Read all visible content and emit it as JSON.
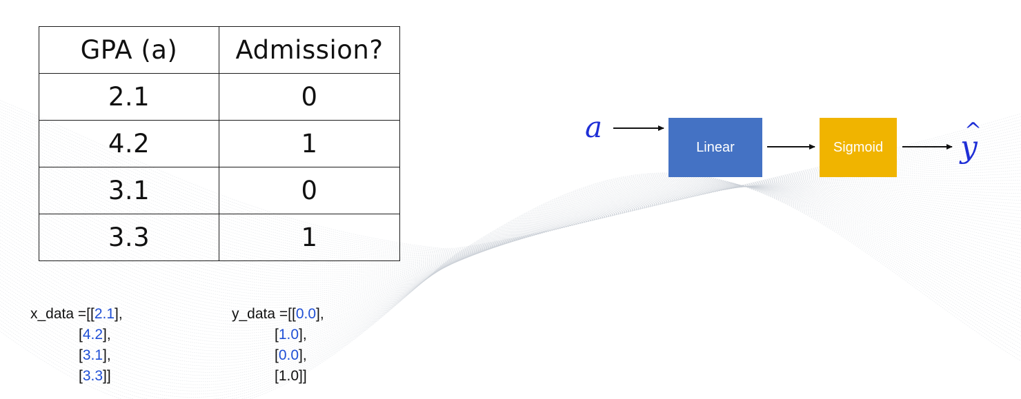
{
  "table": {
    "headers": [
      "GPA  (a)",
      "Admission?"
    ],
    "rows": [
      [
        "2.1",
        "0"
      ],
      [
        "4.2",
        "1"
      ],
      [
        "3.1",
        "0"
      ],
      [
        "3.3",
        "1"
      ]
    ]
  },
  "x_data": {
    "lines": [
      {
        "prefix": "x_data =[[",
        "num": "2.1",
        "suffix": "],"
      },
      {
        "prefix": "[",
        "num": "4.2",
        "suffix": "],"
      },
      {
        "prefix": "[",
        "num": "3.1",
        "suffix": "],"
      },
      {
        "prefix": "[",
        "num": "3.3",
        "suffix": "]]"
      }
    ]
  },
  "y_data": {
    "lines": [
      {
        "prefix": "y_data =[[",
        "num": "0.0",
        "suffix": "],"
      },
      {
        "prefix": "[",
        "num": "1.0",
        "suffix": "],"
      },
      {
        "prefix": "[",
        "num": "0.0",
        "suffix": "],"
      },
      {
        "prefix": "[1.0]]",
        "num": "",
        "suffix": ""
      }
    ]
  },
  "diagram": {
    "input_symbol": "a",
    "linear_label": "Linear",
    "sigmoid_label": "Sigmoid",
    "output_symbol": "y",
    "output_hat": "^",
    "colors": {
      "linear": "#4472c4",
      "sigmoid": "#f0b400",
      "math": "#1f2fd6",
      "code_number": "#1f4fd6"
    }
  }
}
